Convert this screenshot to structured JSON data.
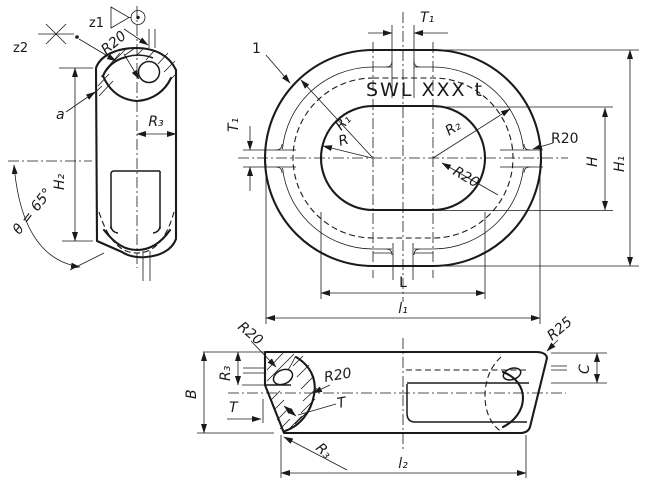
{
  "drawing": {
    "side_view": {
      "z1_label": "z1",
      "z2_label": "z2",
      "r20_label": "R20",
      "a_label": "a",
      "r3_label": "R₃",
      "h2_label": "H₂",
      "theta_label": "θ = 65°"
    },
    "front_view": {
      "item_number": "1",
      "swl_marking": "SWL XXX t",
      "t1_top_label": "T₁",
      "t1_left_label": "T₁",
      "r1_label": "R₁",
      "r_label": "R",
      "r2_label": "R₂",
      "r20_fillet_label": "R20",
      "r20_weld_label": "R20",
      "h_label": "H",
      "h1_label": "H₁",
      "l_label": "L",
      "l1_label": "l₁"
    },
    "bottom_view": {
      "r20_crown_label": "R20",
      "r25_label": "R25",
      "r3_upper_label": "R₃",
      "b_label": "B",
      "t_left_label": "T",
      "t_mid_label": "T",
      "r20_mid_label": "R20",
      "r3_lower_label": "R₃",
      "l2_label": "l₂",
      "c_label": "C"
    },
    "colors": {
      "ink": "#1a1a1a",
      "background": "#ffffff"
    }
  }
}
